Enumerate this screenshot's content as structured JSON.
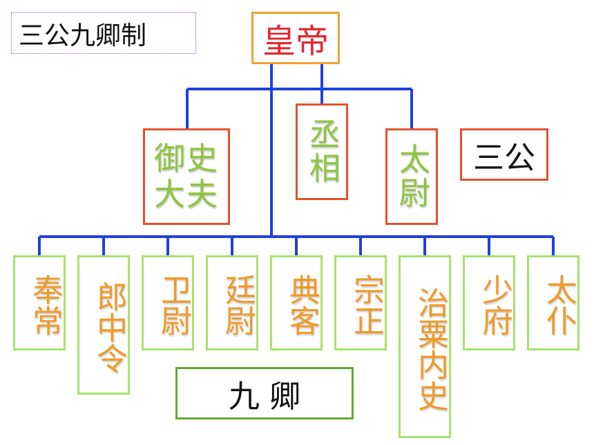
{
  "title": "三公九卿制",
  "emperor": "皇帝",
  "san_gong": {
    "label": "三公",
    "items": [
      "御史大夫",
      "丞相",
      "太尉"
    ]
  },
  "jiu_qing": {
    "label": "九 卿",
    "items": [
      "奉常",
      "郎中令",
      "卫尉",
      "廷尉",
      "典客",
      "宗正",
      "治粟内史",
      "少府",
      "太仆"
    ]
  },
  "colors": {
    "connector": "#1f3fe0",
    "emperor_text": "#e3262d",
    "emperor_border": "#f2a030",
    "gong_border": "#e3512a",
    "gong_text": "#8cc63f",
    "qing_border": "#a6e36a",
    "qing_text": "#ef9a2b",
    "jiuqing_label_border": "#63a832",
    "title_border": "#a64dc8"
  }
}
